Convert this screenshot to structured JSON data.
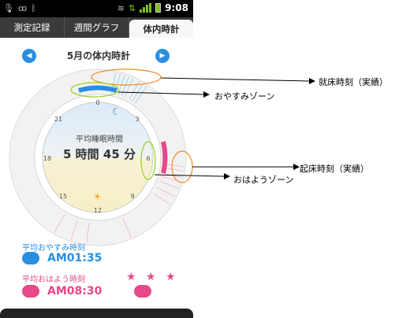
{
  "status_bar": {
    "time": "9:08"
  },
  "tabs": [
    {
      "label": "測定記録"
    },
    {
      "label": "週間グラフ"
    },
    {
      "label": "体内時計"
    }
  ],
  "nav": {
    "month_title": "5月の体内時計"
  },
  "clock": {
    "hour_labels": [
      "0",
      "3",
      "6",
      "9",
      "12",
      "15",
      "18",
      "21"
    ],
    "avg_label": "平均睡眠時間",
    "avg_value": "5 時間 45 分"
  },
  "summary": {
    "bedtime_label": "平均おやすみ時刻",
    "bedtime_value": "AM01:35",
    "wake_label": "平均おはよう時刻",
    "wake_value": "AM08:30",
    "stars": "★ ★ ★"
  },
  "annotations": {
    "bedtime_actual": "就床時刻（実績）",
    "sleep_zone": "おやすみゾーン",
    "wake_actual": "起床時刻（実績）",
    "wake_zone": "おはようゾーン"
  },
  "colors": {
    "accent_blue": "#2a8ee0",
    "accent_pink": "#e8478a",
    "annotation_orange": "#f08a24",
    "annotation_green": "#9bd21a"
  }
}
